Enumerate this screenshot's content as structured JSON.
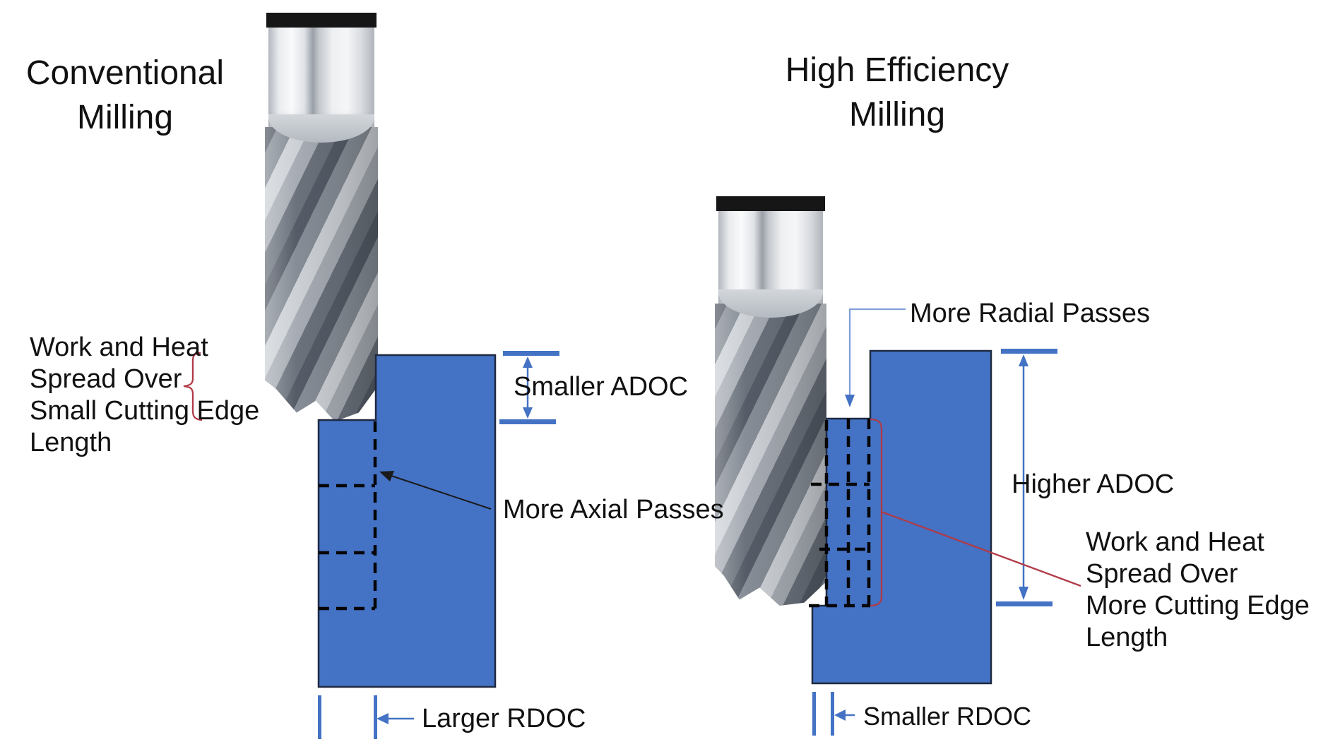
{
  "colors": {
    "accent_blue": "#4472C4",
    "light_blue": "#7f9fd8",
    "red": "#b03a48",
    "ink": "#111111",
    "block_outline": "#1f2940"
  },
  "left": {
    "title": [
      "Conventional",
      "Milling"
    ],
    "work_heat_label": [
      "Work and Heat",
      "Spread Over",
      "Small Cutting Edge",
      "Length"
    ],
    "adoc_label": "Smaller ADOC",
    "passes_label": "More Axial Passes",
    "rdoc_label": "Larger RDOC"
  },
  "right": {
    "title": [
      "High Efficiency",
      "Milling"
    ],
    "passes_label": "More Radial Passes",
    "adoc_label": "Higher ADOC",
    "work_heat_label": [
      "Work and Heat",
      "Spread Over",
      "More Cutting Edge",
      "Length"
    ],
    "rdoc_label": "Smaller RDOC"
  }
}
